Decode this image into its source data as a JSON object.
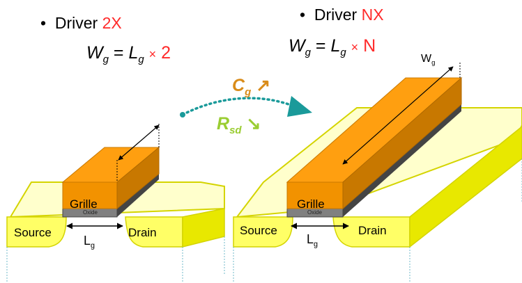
{
  "left": {
    "bullet": "•",
    "driver_word": "Driver",
    "driver_value": "2X",
    "eq_w": "W",
    "eq_w_sub": "g",
    "eq_eq": "=",
    "eq_l": "L",
    "eq_l_sub": "g",
    "eq_times": "×",
    "eq_factor": "2",
    "grille": "Grille",
    "oxide": "Oxide",
    "source": "Source",
    "drain": "Drain",
    "lg": "L",
    "lg_sub": "g"
  },
  "right": {
    "bullet": "•",
    "driver_word": "Driver",
    "driver_value": "NX",
    "eq_w": "W",
    "eq_w_sub": "g",
    "eq_eq": "=",
    "eq_l": "L",
    "eq_l_sub": "g",
    "eq_times": "×",
    "eq_factor": "N",
    "wg": "W",
    "wg_sub": "g",
    "grille": "Grille",
    "oxide": "Oxide",
    "source": "Source",
    "drain": "Drain",
    "lg": "L",
    "lg_sub": "g"
  },
  "middle": {
    "cg": "C",
    "cg_sub": "g",
    "cg_arrow": "↗",
    "rsd": "R",
    "rsd_sub": "sd",
    "rsd_arrow": "↘"
  },
  "colors": {
    "gate_top": "#ff9900",
    "gate_front": "#f08c00",
    "gate_side": "#c87800",
    "substrate": "#ffff66",
    "substrate_edge": "#d4d400",
    "oxide": "#808080",
    "accent_red": "#ff2a2a",
    "cg_color": "#d98c1a",
    "rsd_color": "#9acd32",
    "teal": "#1a9a9a"
  }
}
